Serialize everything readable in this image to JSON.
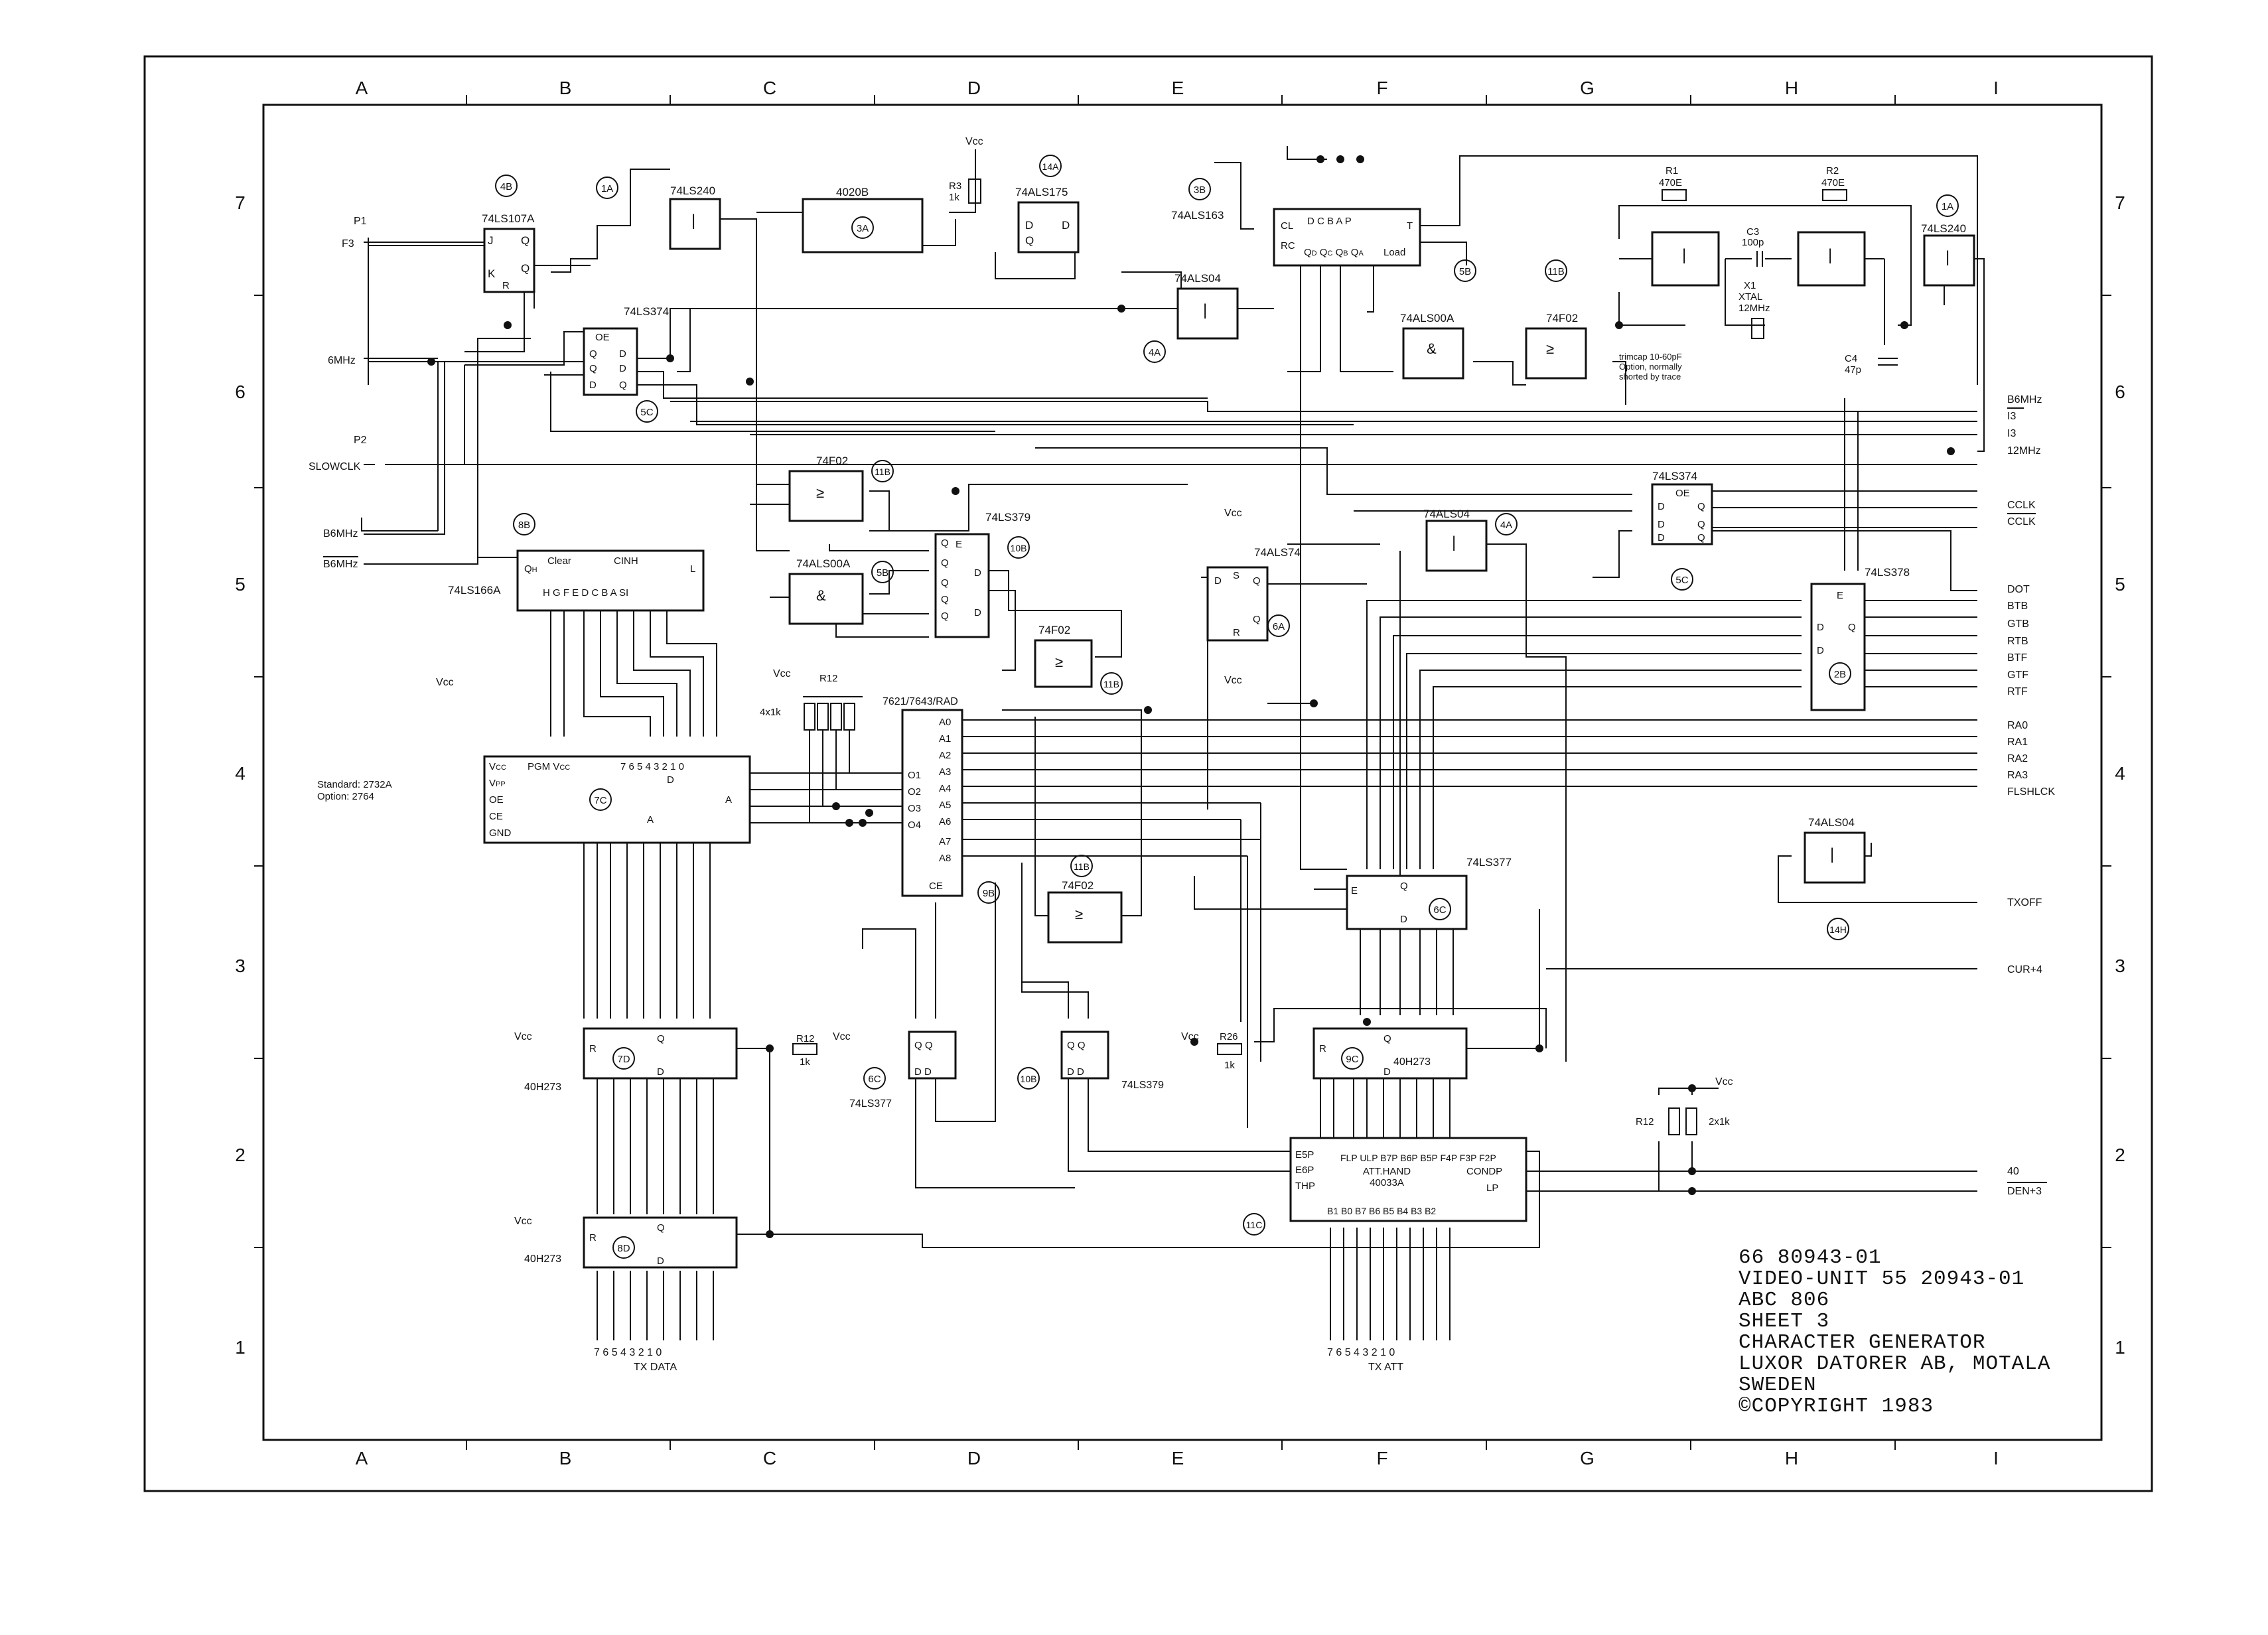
{
  "border": {
    "columns": [
      "A",
      "B",
      "C",
      "D",
      "E",
      "F",
      "G",
      "H",
      "I"
    ],
    "rows": [
      "7",
      "6",
      "5",
      "4",
      "3",
      "2",
      "1"
    ]
  },
  "chips": {
    "u4b": {
      "id": "4B",
      "type": "74LS107A"
    },
    "u1a_top": {
      "id": "1A",
      "type": "74LS240"
    },
    "u3a": {
      "id": "3A",
      "type": "4020B"
    },
    "u14a": {
      "id": "14A",
      "type": "74ALS175"
    },
    "u3b": {
      "id": "3B",
      "type": "74ALS163"
    },
    "u5b_top": {
      "id": "5B",
      "type": "Load"
    },
    "u11b_top": {
      "id": "11B"
    },
    "u5c_top": {
      "id": "5C",
      "type": "74LS374"
    },
    "u4a_top": {
      "id": "4A",
      "type": "74ALS04"
    },
    "u5b_nand": {
      "type": "74ALS00A"
    },
    "u74f02_a": {
      "type": "74F02"
    },
    "osc_r1": {
      "id": "R1",
      "value": "470E"
    },
    "osc_r2": {
      "id": "R2",
      "value": "470E"
    },
    "osc_c3": {
      "id": "C3",
      "value": "100p"
    },
    "osc_x1": {
      "id": "X1",
      "label": "XTAL",
      "value": "12MHz"
    },
    "osc_c4": {
      "id": "C4",
      "value": "47p"
    },
    "u1a_osc": {
      "id": "1A",
      "type": "74LS240"
    },
    "trimcap": {
      "line1": "trimcap 10-60pF",
      "line2": "Option, normally",
      "line3": "shorted by trace"
    },
    "u8b": {
      "id": "8B",
      "type": "74LS166A"
    },
    "u11b_mid": {
      "id": "11B",
      "type": "74F02"
    },
    "u5b_mid": {
      "id": "5B",
      "type": "74ALS00A"
    },
    "u10b": {
      "id": "10B",
      "type": "74LS379"
    },
    "u74f02_mid2": {
      "id": "11B",
      "type": "74F02"
    },
    "u6a": {
      "id": "6A",
      "type": "74ALS74"
    },
    "u4a_mid": {
      "id": "4A",
      "type": "74ALS04"
    },
    "u5c_right": {
      "id": "5C",
      "type": "74LS374"
    },
    "u2b": {
      "id": "2B",
      "type": "74LS378"
    },
    "u7c": {
      "id": "7C",
      "option1": "Standard: 2732A",
      "option2": "Option: 2764"
    },
    "u9b": {
      "id": "9B",
      "type": "7621/7643/RAD"
    },
    "r12_pack": {
      "id": "R12",
      "value": "4x1k"
    },
    "u11b_low": {
      "id": "11B",
      "type": "74F02"
    },
    "u6c": {
      "id": "6C",
      "type": "74LS377"
    },
    "u14h": {
      "id": "14H",
      "type": "74ALS04"
    },
    "u7d": {
      "id": "7D",
      "type": "40H273"
    },
    "r12_single": {
      "id": "R12",
      "value": "1k"
    },
    "u6c_low": {
      "id": "6C",
      "type": "74LS377"
    },
    "u10b_low": {
      "id": "10B",
      "type": "74LS379"
    },
    "r26": {
      "id": "R26",
      "value": "1k"
    },
    "u9c": {
      "id": "9C",
      "type": "40H273"
    },
    "u11c": {
      "id": "11C",
      "type": "ATT.HAND",
      "part": "40033A"
    },
    "r12_pair": {
      "id": "R12",
      "value": "2x1k"
    },
    "u8d": {
      "id": "8D",
      "type": "40H273"
    }
  },
  "signals": {
    "left": {
      "p1": "P1",
      "f3": "F3",
      "six_mhz": "6MHz",
      "p2": "P2",
      "slowclk": "SLOWCLK",
      "b6mhz": "B6MHz",
      "b6mhz_bar": "B6MHz"
    },
    "right": [
      "B6MHz",
      "I3",
      "I3",
      "12MHz",
      "CCLK",
      "CCLK",
      "DOT",
      "BTB",
      "GTB",
      "RTB",
      "BTF",
      "GTF",
      "RTF",
      "RA0",
      "RA1",
      "RA2",
      "RA3",
      "FLSHLCK",
      "TXOFF",
      "CUR+4",
      "40",
      "DEN+3"
    ],
    "bottom": {
      "tx_data": "TX DATA",
      "tx_att": "TX ATT"
    },
    "vcc": "Vcc"
  },
  "title_block": {
    "line1": "66 80943-01",
    "line2": "VIDEO-UNIT 55 20943-01",
    "line3": "ABC 806",
    "line4": "SHEET 3",
    "line5": "CHARACTER GENERATOR",
    "line6": "LUXOR DATORER AB, MOTALA",
    "line7": "SWEDEN",
    "line8": "©COPYRIGHT 1983"
  }
}
